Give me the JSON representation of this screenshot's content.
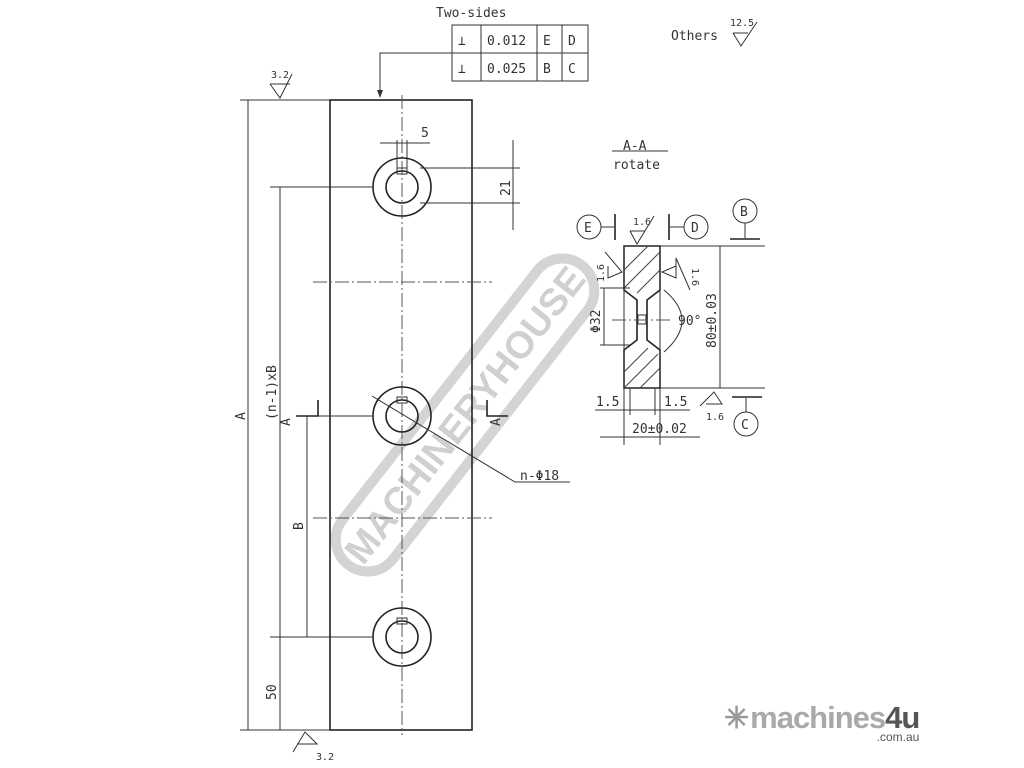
{
  "tolerance_frame": {
    "title": "Two-sides",
    "rows": [
      {
        "symbol": "⊥",
        "value": "0.012",
        "datum1": "E",
        "datum2": "D"
      },
      {
        "symbol": "⊥",
        "value": "0.025",
        "datum1": "B",
        "datum2": "C"
      }
    ]
  },
  "others_roughness": {
    "label": "Others",
    "value": "12.5"
  },
  "main_view": {
    "roughness_top": "3.2",
    "roughness_bottom": "3.2",
    "dim_overall": "A",
    "dim_pitch_total": "(n-1)xB",
    "dim_pitch": "B",
    "dim_end": "50",
    "dim_keyway": "5",
    "dim_key_depth": "21",
    "hole_callout": "n-Φ18",
    "section_mark_left": "A",
    "section_mark_right": "A"
  },
  "section_view": {
    "title": "A-A",
    "subtitle": "rotate",
    "datum_e": "E",
    "datum_d": "D",
    "datum_b": "B",
    "datum_c": "C",
    "roughness_top": "1.6",
    "roughness_left": "1.6",
    "roughness_right": "1.6",
    "roughness_bottom": "1.6",
    "dim_diameter": "Φ32",
    "dim_angle": "90°",
    "dim_height": "80±0.03",
    "dim_left": "1.5",
    "dim_right": "1.5",
    "dim_width": "20±0.02"
  },
  "watermark": "MACHINERYHOUSE",
  "logo": {
    "name": "machines",
    "accent": "4u",
    "domain": ".com.au"
  }
}
